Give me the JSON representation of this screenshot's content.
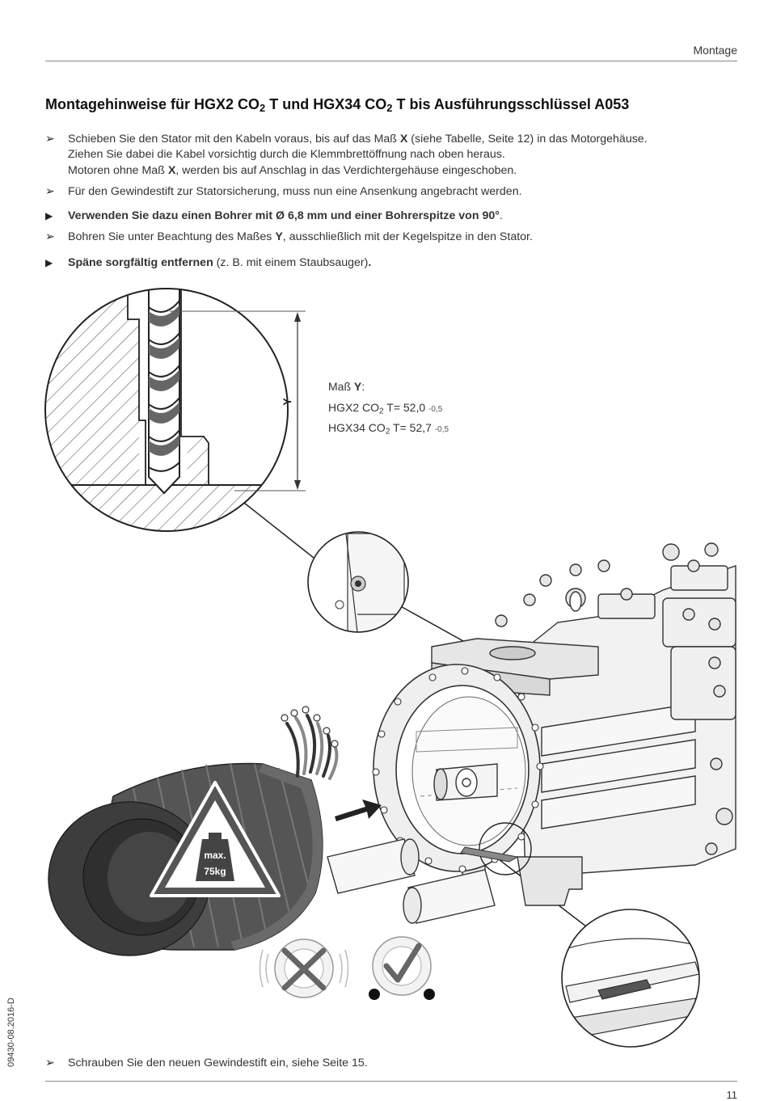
{
  "header": {
    "section": "Montage"
  },
  "title": {
    "pre": "Montagehinweise für HGX2 CO",
    "sub1": "2",
    "mid": " T und HGX34 CO",
    "sub2": "2",
    "post": " T bis Ausführungsschlüssel A053"
  },
  "steps": {
    "s1": {
      "l1a": "Schieben Sie den Stator mit den Kabeln voraus, bis auf das Maß ",
      "l1b": "X",
      "l1c": " (siehe Tabelle, Seite 12) in das Motorgehäuse.",
      "l2": "Ziehen Sie dabei die Kabel vorsichtig durch die Klemmbrettöffnung nach oben heraus.",
      "l3a": "Motoren ohne Maß ",
      "l3b": "X",
      "l3c": ", werden bis auf Anschlag in das Verdichtergehäuse eingeschoben."
    },
    "s2": "Für den Gewindestift zur Statorsicherung, muss nun eine Ansenkung angebracht werden.",
    "s3": {
      "bold": "Verwenden Sie dazu einen Bohrer mit Ø 6,8 mm und einer Bohrerspitze von 90°",
      "end": "."
    },
    "s4": {
      "a": "Bohren Sie unter Beachtung des Maßes ",
      "b": "Y",
      "c": ", ausschließlich mit der Kegelspitze in den Stator."
    },
    "s5": {
      "bold": "Späne sorgfältig entfernen",
      "mid": " (z. B. mit einem Staubsauger)",
      "end": "."
    },
    "s6": "Schrauben Sie den neuen Gewindestift ein, siehe Seite 15."
  },
  "mass_y": {
    "label_a": "Maß ",
    "label_b": "Y",
    "label_c": ":",
    "r1_pre": "HGX2 CO",
    "r1_sub": "2",
    "r1_val": " T= 52,0 ",
    "r1_tol": "-0,5",
    "r2_pre": "HGX34 CO",
    "r2_sub": "2",
    "r2_val": " T= 52,7 ",
    "r2_tol": "-0,5"
  },
  "figure": {
    "dim_label": "Y",
    "weight_l1": "max.",
    "weight_l2": "75kg"
  },
  "footer": {
    "doc_id": "09430-08.2016-D",
    "page_number": "11"
  },
  "colors": {
    "text": "#222222",
    "stator_body": "#4a4a4a",
    "stator_ribs": "#6a6a6a",
    "warning_bg": "#555555",
    "accent_red": "#cc2222",
    "wire_dark": "#333333"
  }
}
